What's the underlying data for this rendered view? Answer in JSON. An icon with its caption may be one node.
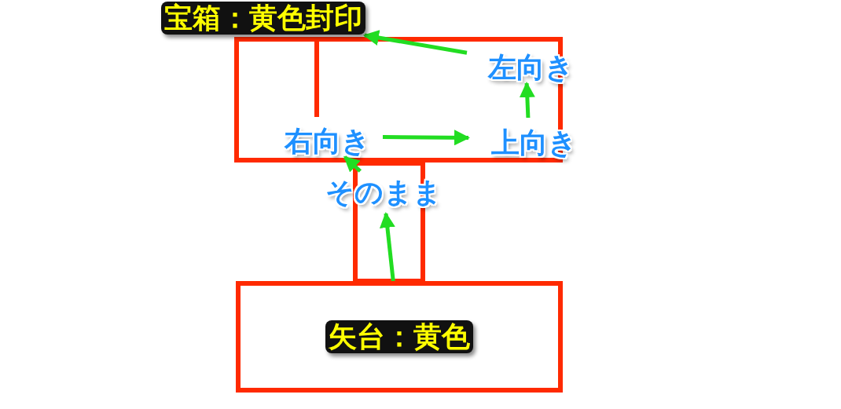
{
  "diagram": {
    "nodes": [
      {
        "text": [],
        "shape": "box"
      },
      {
        "text": [
          "宝箱：黄色封印"
        ]
      },
      {
        "text": [
          "左向き"
        ],
        "in": 0
      },
      {
        "text": [
          "右向き"
        ],
        "in": 0
      },
      {
        "text": [
          "上向き"
        ],
        "in": 0
      },
      {
        "text": [
          "そのまま"
        ]
      },
      {
        "text": [
          "矢台：黄色"
        ]
      }
    ],
    "edges": [
      {
        "from": 6,
        "to": 5,
        "arrow": "to"
      },
      {
        "from": 5,
        "to": 3,
        "arrow": "to"
      },
      {
        "from": 3,
        "to": 4,
        "arrow": "to"
      },
      {
        "from": 4,
        "to": 2,
        "arrow": "to"
      },
      {
        "from": 2,
        "to": 1,
        "arrow": "to"
      }
    ]
  }
}
